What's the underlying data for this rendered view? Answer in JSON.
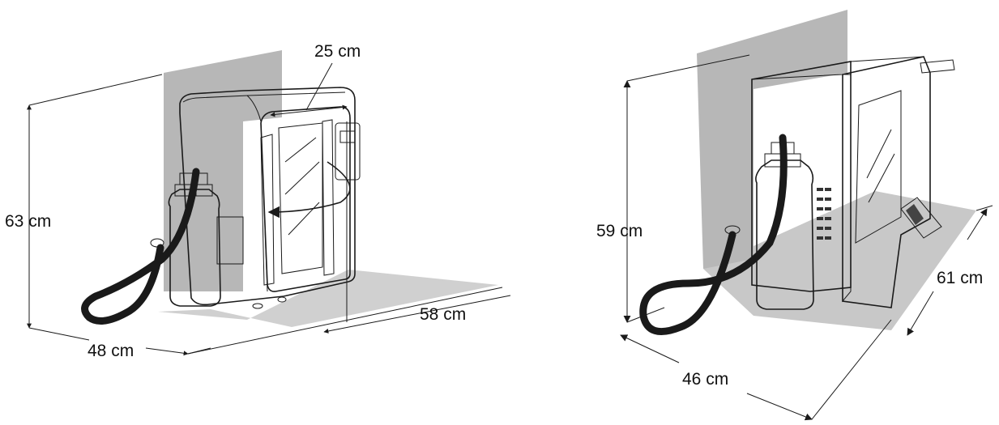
{
  "left_unit": {
    "dimensions": {
      "height": "63 cm",
      "width": "48 cm",
      "depth": "58 cm",
      "door_width": "25 cm"
    }
  },
  "right_unit": {
    "dimensions": {
      "height": "59 cm",
      "width": "46 cm",
      "depth": "61 cm"
    }
  },
  "colors": {
    "floor": "#c8c8c8",
    "wall": "#b7b7b7",
    "outline": "#1a1a1a",
    "glass": "#9a9a9a",
    "body": "#ffffff"
  }
}
